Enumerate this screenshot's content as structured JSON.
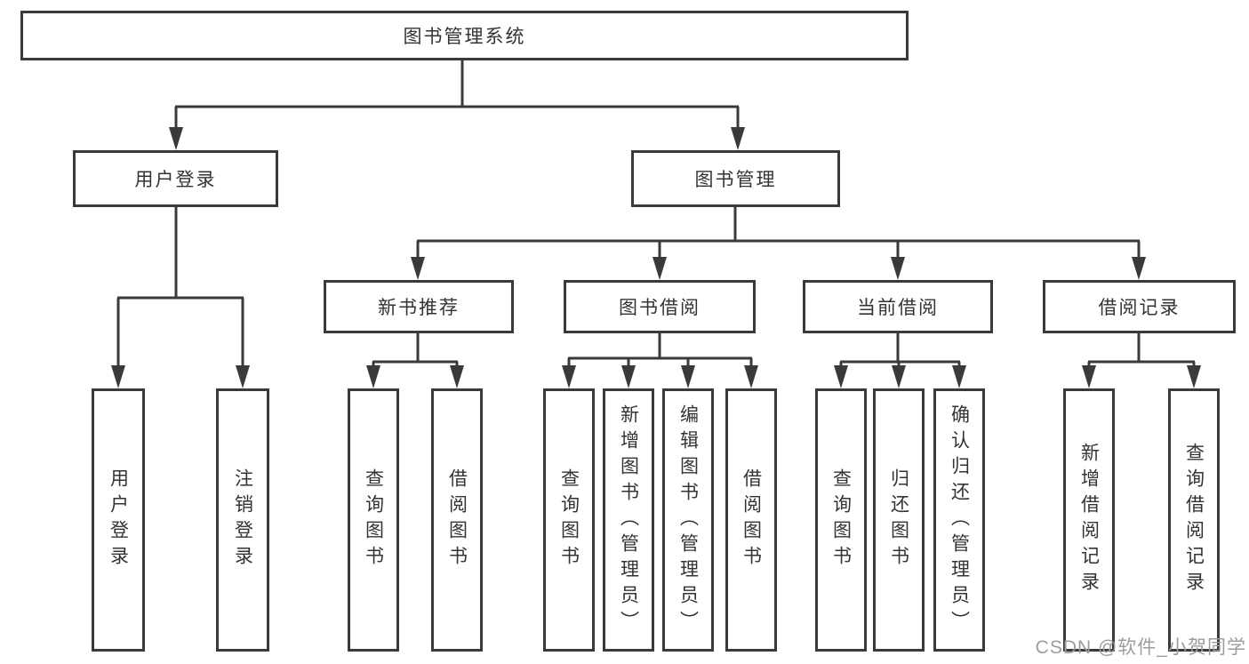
{
  "diagram_title": "图书管理系统",
  "tree": {
    "root": {
      "label": "图书管理系统",
      "children": [
        {
          "label": "用户登录",
          "children": [
            {
              "label": "用户登录"
            },
            {
              "label": "注销登录"
            }
          ]
        },
        {
          "label": "图书管理",
          "children": [
            {
              "label": "新书推荐",
              "children": [
                {
                  "label": "查询图书"
                },
                {
                  "label": "借阅图书"
                }
              ]
            },
            {
              "label": "图书借阅",
              "children": [
                {
                  "label": "查询图书"
                },
                {
                  "label": "新增图书（管理员）"
                },
                {
                  "label": "编辑图书（管理员）"
                },
                {
                  "label": "借阅图书"
                }
              ]
            },
            {
              "label": "当前借阅",
              "children": [
                {
                  "label": "查询图书"
                },
                {
                  "label": "归还图书"
                },
                {
                  "label": "确认归还（管理员）"
                }
              ]
            },
            {
              "label": "借阅记录",
              "children": [
                {
                  "label": "新增借阅记录"
                },
                {
                  "label": "查询借阅记录"
                }
              ]
            }
          ]
        }
      ]
    }
  },
  "watermark": "CSDN @软件_小贺同学",
  "colors": {
    "line": "#3a3a3a",
    "text": "#333333",
    "watermark": "#9c9c9c",
    "background": "#ffffff"
  }
}
